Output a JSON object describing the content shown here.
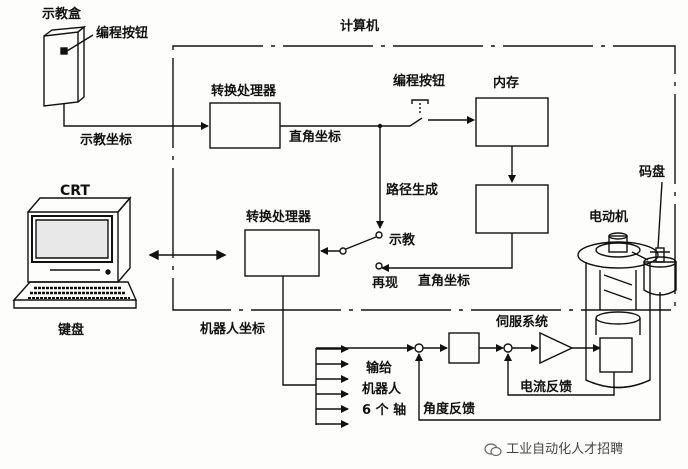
{
  "labels": {
    "teach_box": "示教盒",
    "program_button_top": "编程按钮",
    "teach_coord": "示教坐标",
    "computer": "计算机",
    "converter_1": "转换处理器",
    "cartesian_1": "直角坐标",
    "program_button_switch": "编程按钮",
    "memory": "内存",
    "path_gen": "路径生成",
    "crt": "CRT",
    "converter_2": "转换处理器",
    "teach": "示教",
    "replay": "再现",
    "cartesian_2": "直角坐标",
    "keyboard": "键盘",
    "robot_coord": "机器人坐标",
    "output_line1": "输给",
    "output_line2": "机器人",
    "output_line3": "6 个 轴",
    "servo": "伺服系统",
    "current_fb": "电流反馈",
    "angle_fb": "角度反馈",
    "motor": "电动机",
    "encoder": "码盘"
  },
  "watermark": {
    "text": "工业自动化人才招聘",
    "icon": "wechat-icon"
  }
}
